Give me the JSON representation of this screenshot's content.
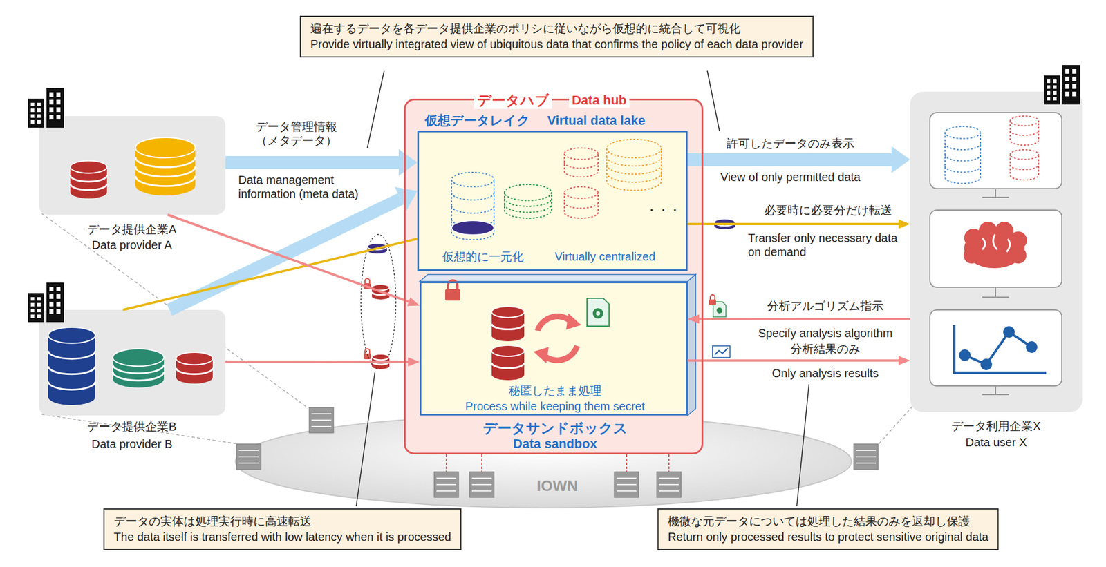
{
  "diagram": {
    "nodes": [
      {
        "text": [
          "遍在するデータを各データ提供企業のポリシに従いながら仮想的に統合して可視化",
          "Provide virtually integrated view of ubiquitous data that confirms the policy of each data provider"
        ]
      },
      {
        "text": [
          "データ提供企業A",
          "Data provider A"
        ]
      },
      {
        "text": [
          "データ提供企業B",
          "Data provider B"
        ]
      },
      {
        "text": [
          "データハブ",
          "Data hub"
        ]
      },
      {
        "text": [
          "仮想データレイク",
          "Virtual data lake",
          "仮想的に一元化",
          "Virtually centralized"
        ],
        "in": 3
      },
      {
        "text": [
          "秘匿したまま処理",
          "Process while keeping them secret",
          "データサンドボックス",
          "Data sandbox"
        ],
        "in": 3
      },
      {
        "text": [
          "データ利用企業X",
          "Data user X"
        ]
      },
      {
        "text": [
          "データの実体は処理実行時に高速転送",
          "The data itself is transferred with low latency when it is processed"
        ]
      },
      {
        "text": [
          "機微な元データについては処理した結果のみを返却し保護",
          "Return only processed results to protect sensitive original data"
        ]
      }
    ],
    "edges": [
      {
        "from": 1,
        "to": 4,
        "arrow": "to",
        "label": "データ管理情報（メタデータ）"
      },
      {
        "from": 2,
        "to": 4,
        "arrow": "to"
      },
      {
        "from": 2,
        "to": 4,
        "arrow": "none"
      },
      {
        "from": 4,
        "to": 6,
        "arrow": "to",
        "label": "許可したデータのみ表示"
      },
      {
        "from": 4,
        "to": 6,
        "arrow": "to",
        "label": "必要時に必要分だけ転送"
      },
      {
        "from": 6,
        "to": 5,
        "arrow": "to",
        "label": "分析アルゴリズム指示"
      },
      {
        "from": 5,
        "to": 6,
        "arrow": "to",
        "label": "分析結果のみ"
      },
      {
        "from": 1,
        "to": 5,
        "arrow": "to"
      },
      {
        "from": 2,
        "to": 5,
        "arrow": "to"
      }
    ],
    "labels": [
      "Data management information (meta data)",
      "View of only permitted data",
      "Transfer only necessary data on demand",
      "Specify analysis algorithm",
      "Only analysis results",
      "・・・",
      "IOWN"
    ]
  }
}
